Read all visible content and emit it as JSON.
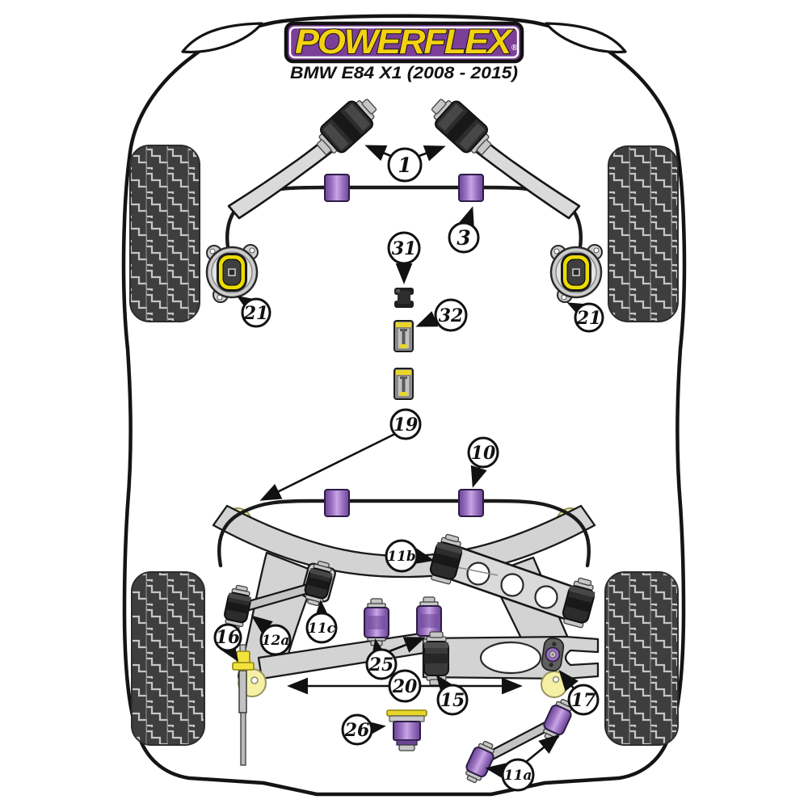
{
  "header": {
    "brand": "POWERFLEX",
    "registered_mark": "®",
    "model": "BMW E84 X1 (2008 - 2015)"
  },
  "callouts": {
    "c1": "1",
    "c3": "3",
    "c31": "31",
    "c32": "32",
    "c21L": "21",
    "c21R": "21",
    "c19": "19",
    "c10": "10",
    "c11b": "11b",
    "c11c": "11c",
    "c16": "16",
    "c12a": "12a",
    "c25": "25",
    "c20": "20",
    "c15": "15",
    "c17": "17",
    "c26": "26",
    "c11a": "11a"
  },
  "colors": {
    "brand_purple": "#7c3f98",
    "brand_yellow": "#f3d111",
    "bushing_purple": "#9a6fc0",
    "bushing_purple_light": "#c7a6e4",
    "bushing_purple_dark": "#6b4595",
    "bump_yellow": "#e9d62a",
    "part_yellow": "#f2e23d",
    "mount_yellow": "#f6f0a4",
    "ring_yellow": "#ecdc00"
  }
}
